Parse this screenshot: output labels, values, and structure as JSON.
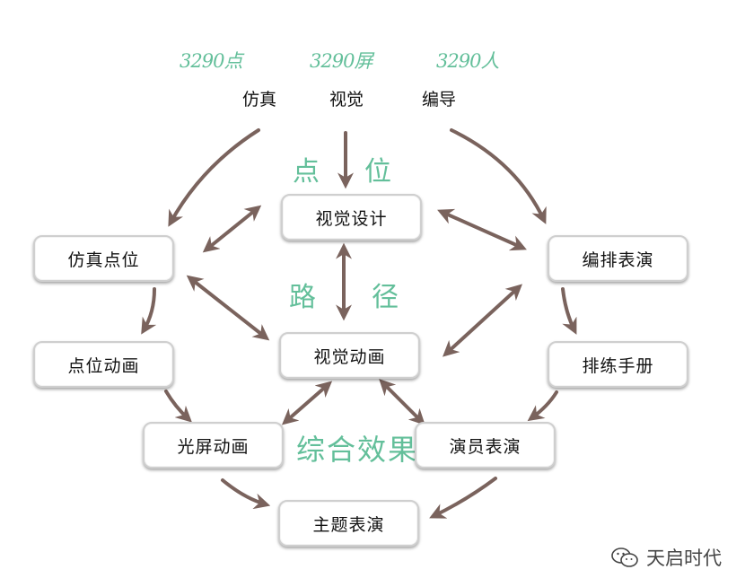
{
  "annotations": {
    "count_points": "3290点",
    "count_screens": "3290屏",
    "count_people": "3290人",
    "points_left": "点",
    "points_right": "位",
    "path_left": "路",
    "path_right": "径",
    "combined": "综合效果"
  },
  "top_labels": {
    "simulation": "仿真",
    "visual": "视觉",
    "director": "编导"
  },
  "nodes": {
    "visual_design": "视觉设计",
    "sim_points": "仿真点位",
    "choreography": "编排表演",
    "visual_animation": "视觉动画",
    "point_animation": "点位动画",
    "rehearsal_manual": "排练手册",
    "screen_animation": "光屏动画",
    "performer_show": "演员表演",
    "theme_show": "主题表演"
  },
  "watermark": "天启时代",
  "colors": {
    "arrow": "#7a635d",
    "annotation": "#63bf9a"
  }
}
